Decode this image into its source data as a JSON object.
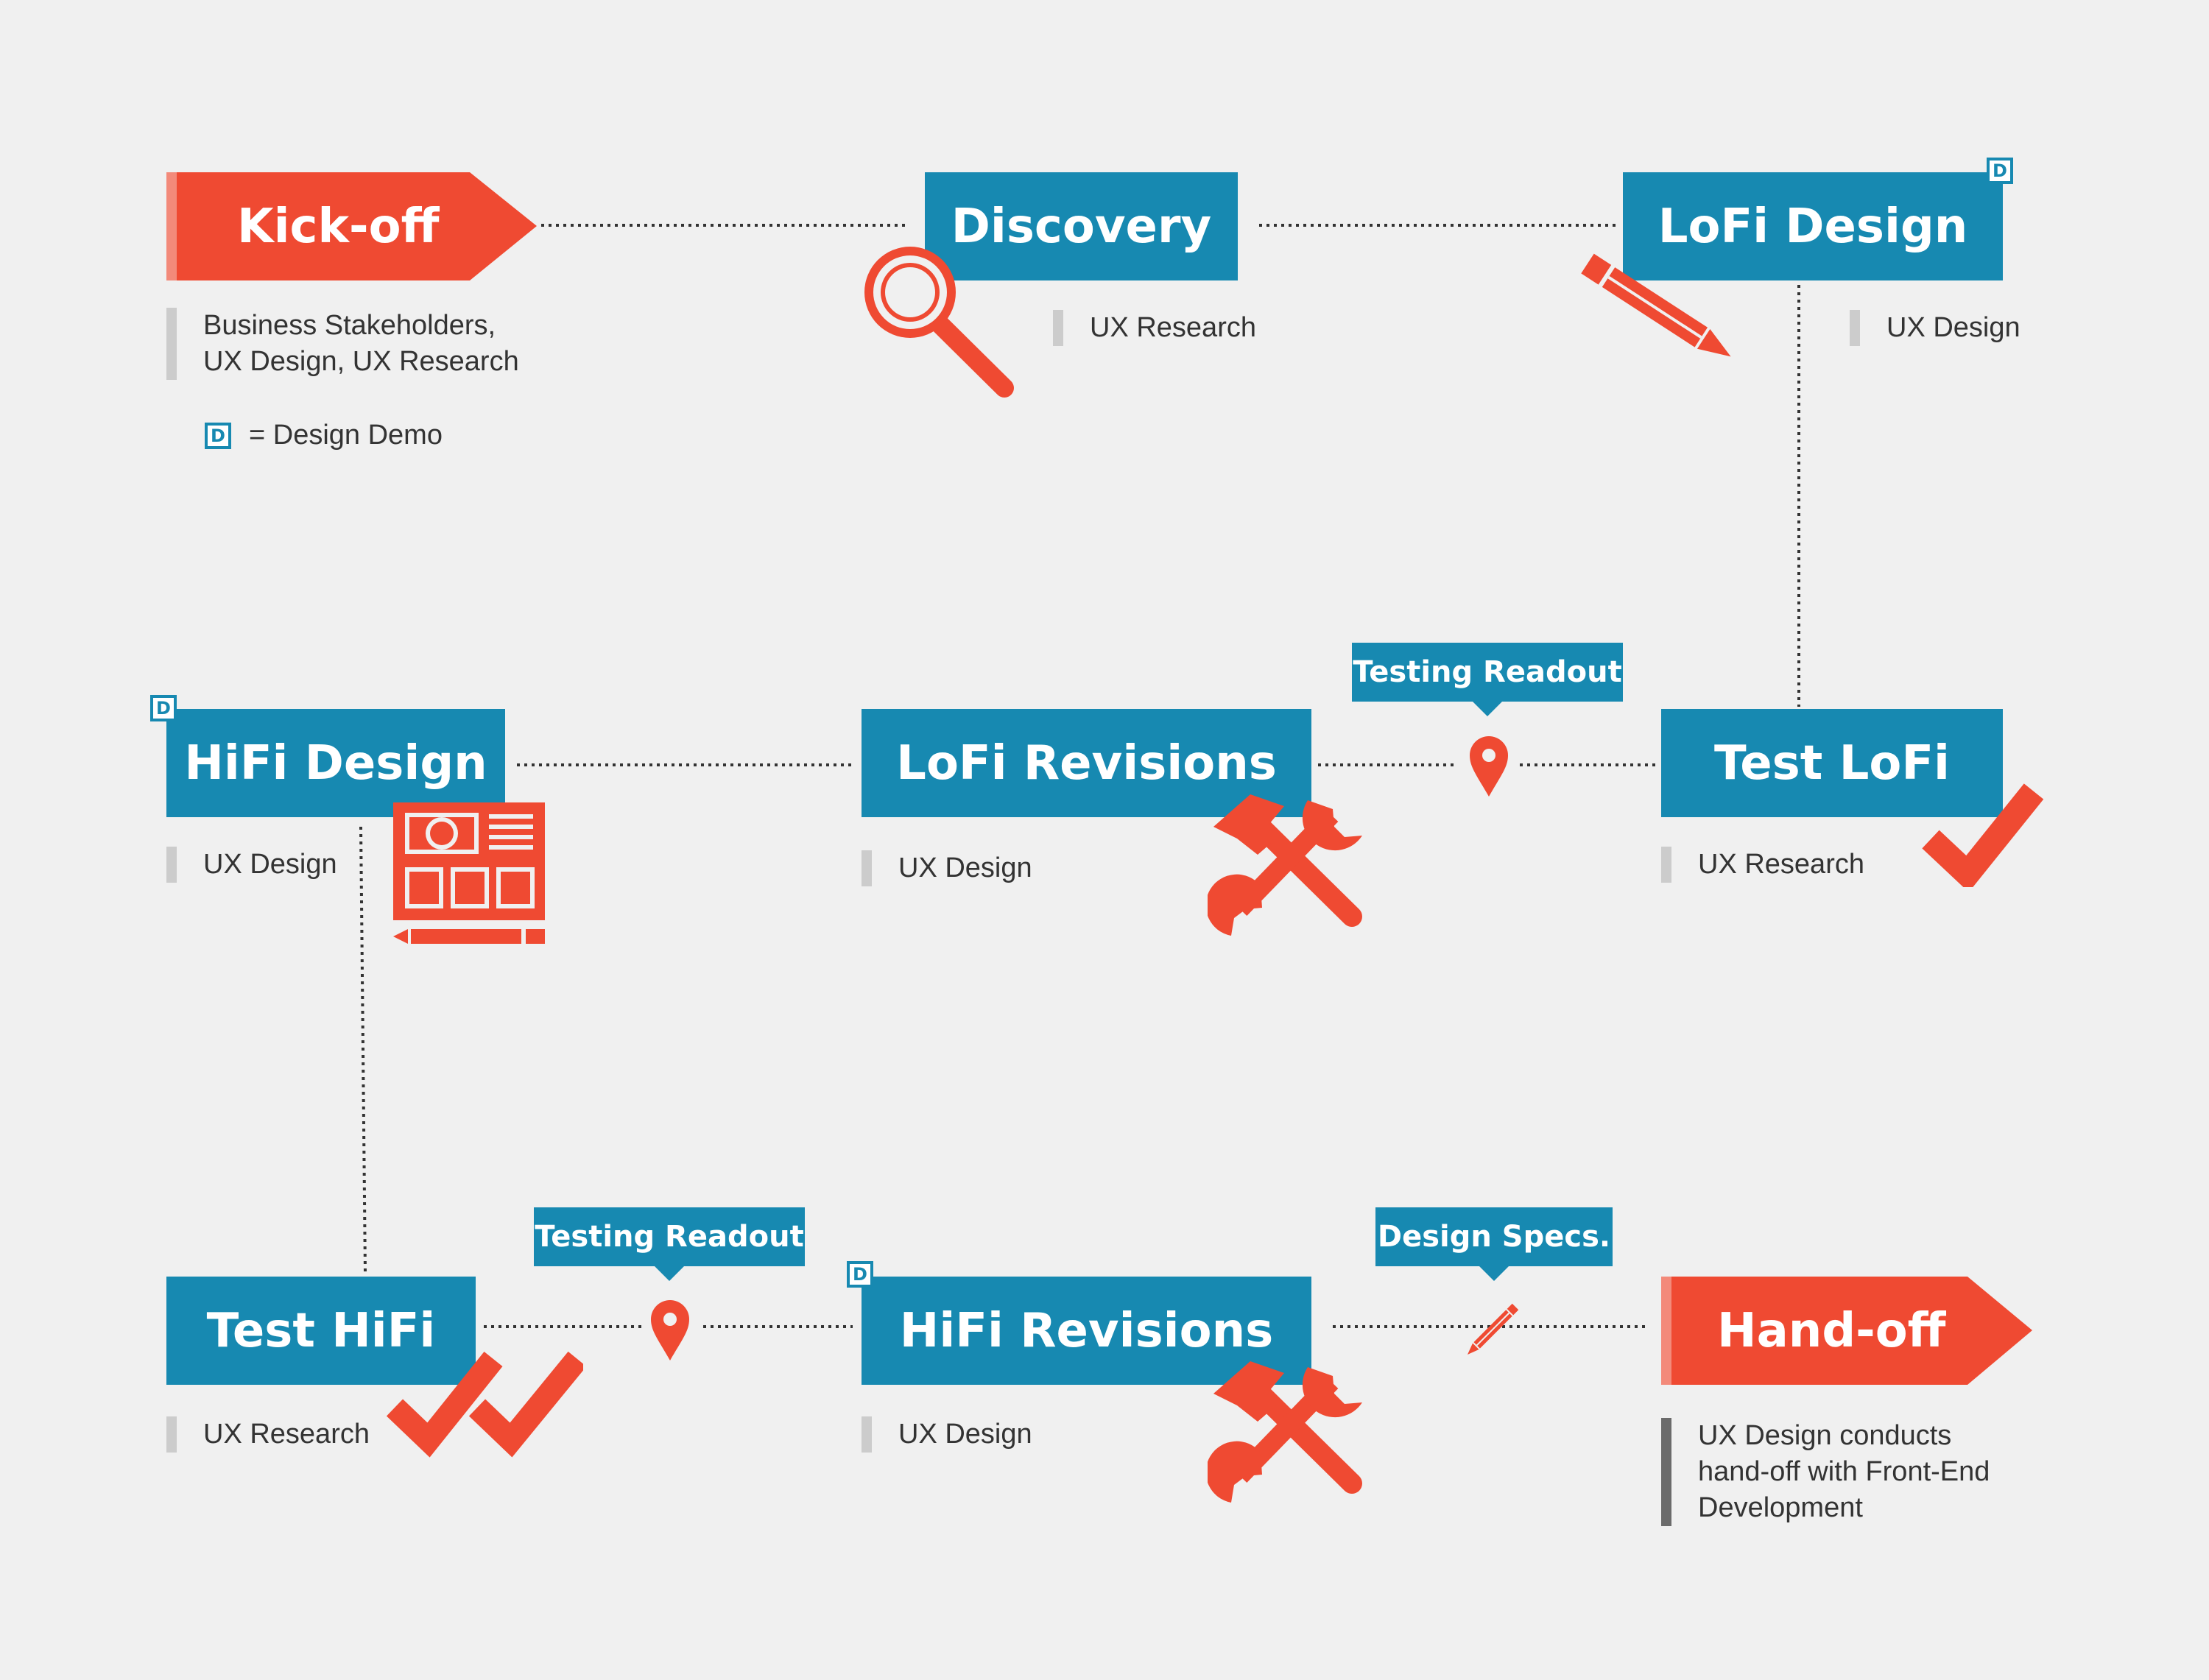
{
  "colors": {
    "blue": "#1789b1",
    "red": "#ef4a32",
    "bg": "#f0f0f0",
    "text": "#333333"
  },
  "legend": {
    "mark": "D",
    "text": "= Design Demo"
  },
  "steps": {
    "kickoff": {
      "label": "Kick-off",
      "note": [
        "Business Stakeholders,",
        "UX Design, UX Research"
      ]
    },
    "discovery": {
      "label": "Discovery",
      "note": [
        "UX Research"
      ]
    },
    "lofi_design": {
      "label": "LoFi Design",
      "note": [
        "UX Design"
      ],
      "demo": "D"
    },
    "test_lofi": {
      "label": "Test LoFi",
      "note": [
        "UX Research"
      ]
    },
    "lofi_revisions": {
      "label": "LoFi Revisions",
      "note": [
        "UX Design"
      ]
    },
    "hifi_design": {
      "label": "HiFi Design",
      "note": [
        "UX Design"
      ],
      "demo": "D"
    },
    "test_hifi": {
      "label": "Test HiFi",
      "note": [
        "UX Research"
      ]
    },
    "hifi_revisions": {
      "label": "HiFi Revisions",
      "note": [
        "UX Design"
      ],
      "demo": "D"
    },
    "handoff": {
      "label": "Hand-off",
      "note": [
        "UX Design conducts",
        "hand-off with Front-End",
        "Development"
      ]
    }
  },
  "callouts": {
    "testing_readout_1": "Testing Readout",
    "testing_readout_2": "Testing Readout",
    "design_specs": "Design Specs."
  },
  "icons": [
    "magnifier-icon",
    "pencil-icon",
    "checkmark-icon",
    "tools-icon",
    "wireframe-icon",
    "map-pin-icon",
    "double-checkmark-icon",
    "small-pencil-icon"
  ]
}
